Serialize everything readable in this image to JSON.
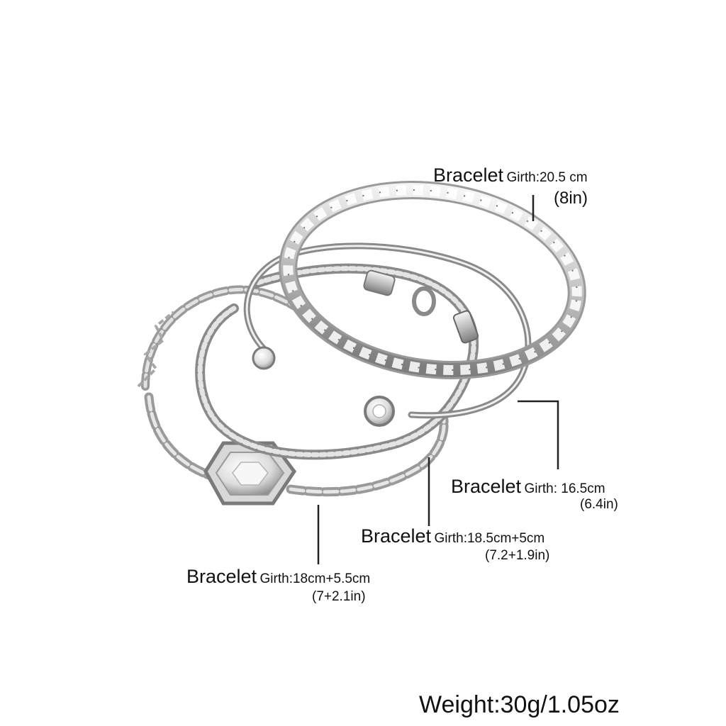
{
  "labels": [
    {
      "name": "Bracelet",
      "girth": "Girth:20.5 cm",
      "inches": "(8in)"
    },
    {
      "name": "Bracelet",
      "girth": "Girth: 16.5cm",
      "inches": "(6.4in)"
    },
    {
      "name": "Bracelet",
      "girth": "Girth:18.5cm+5cm",
      "inches": "(7.2+1.9in)"
    },
    {
      "name": "Bracelet",
      "girth": "Girth:18cm+5.5cm",
      "inches": "(7+2.1in)"
    }
  ],
  "weight": "Weight:30g/1.05oz",
  "colors": {
    "metal": "#c9c9c9",
    "metal_dark": "#8a8a8a",
    "line": "#222222"
  }
}
